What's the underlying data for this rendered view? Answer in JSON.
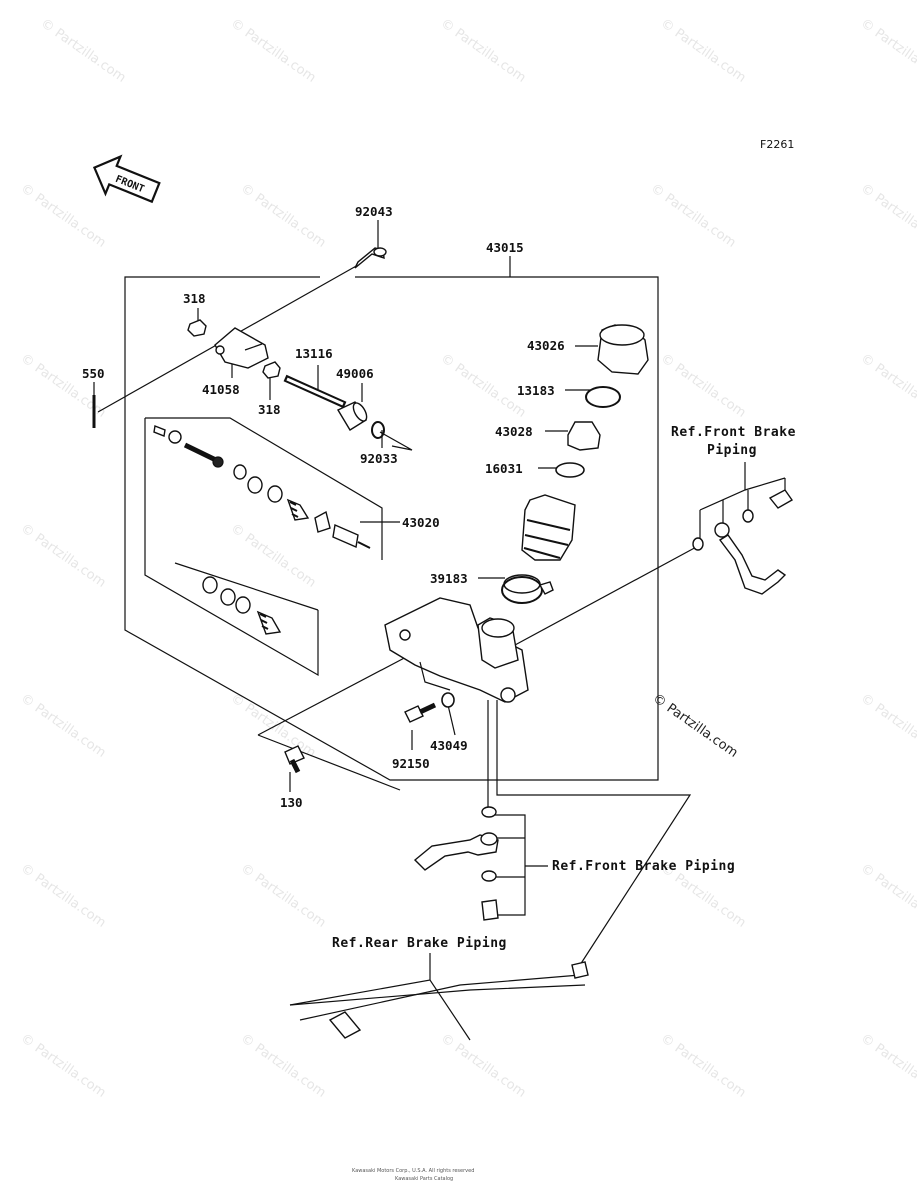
{
  "figure_code": "F2261",
  "front_label": "FRONT",
  "watermark": "© Partzilla.com",
  "labels": {
    "p92043": "92043",
    "p43015": "43015",
    "p318a": "318",
    "p318b": "318",
    "p550": "550",
    "p41058": "41058",
    "p13116": "13116",
    "p49006": "49006",
    "p92033": "92033",
    "p43026": "43026",
    "p13183": "13183",
    "p43028": "43028",
    "p16031": "16031",
    "p43020": "43020",
    "p39183": "39183",
    "p43049": "43049",
    "p92150": "92150",
    "p130": "130"
  },
  "refs": {
    "front_brake_top_line1": "Ref.Front Brake",
    "front_brake_top_line2": "Piping",
    "front_brake_bottom": "Ref.Front Brake Piping",
    "rear_brake": "Ref.Rear Brake Piping"
  },
  "footer": {
    "line1": "Kawasaki Motors Corp., U.S.A. All rights reserved",
    "line2": "Kawasaki Parts Catalog"
  }
}
